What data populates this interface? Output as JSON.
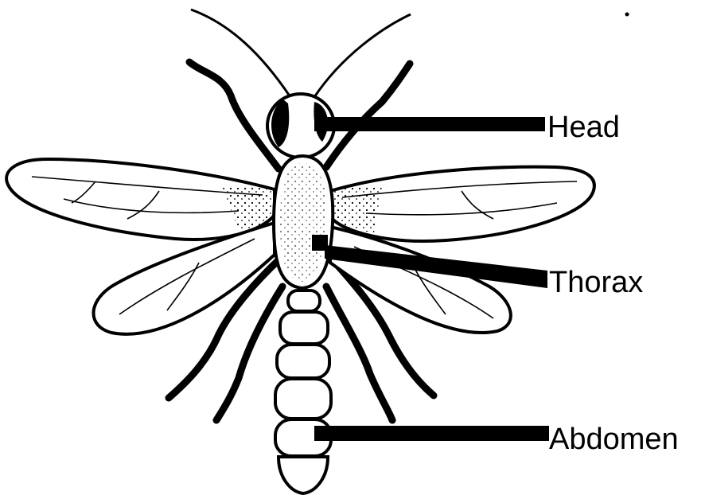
{
  "labels": {
    "head": "Head",
    "thorax": "Thorax",
    "abdomen": "Abdomen"
  },
  "colors": {
    "ink": "#000000",
    "paper": "#ffffff"
  }
}
